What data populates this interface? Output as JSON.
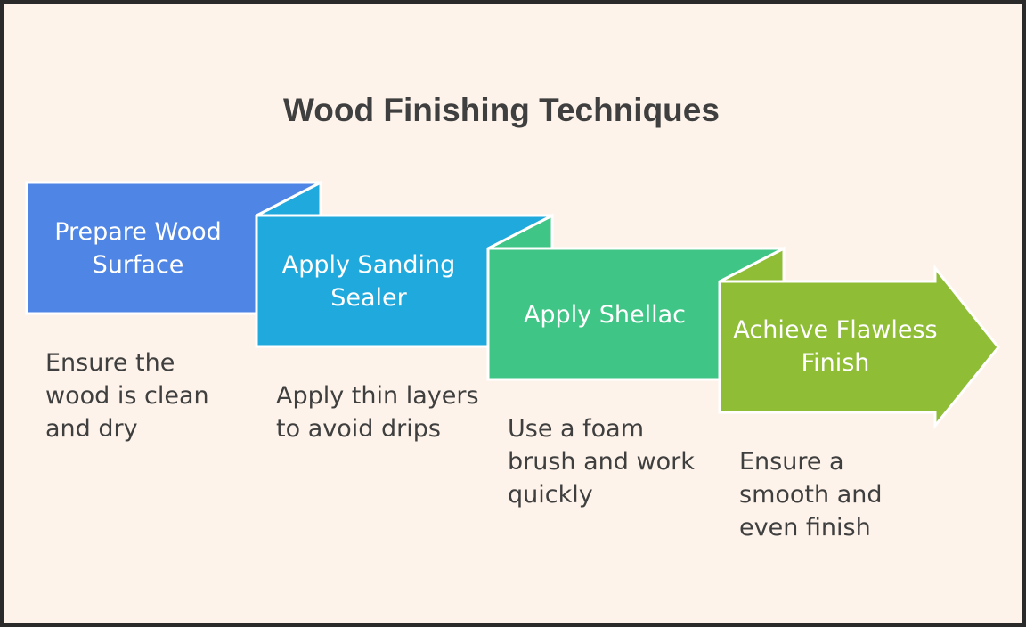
{
  "diagram": {
    "title": "Wood Finishing Techniques",
    "steps": [
      {
        "label": "Prepare Wood Surface",
        "description": "Ensure the wood is clean and dry",
        "color": "#4f86e5"
      },
      {
        "label": "Apply Sanding Sealer",
        "description": "Apply thin layers to avoid drips",
        "color": "#20a9dc"
      },
      {
        "label": "Apply Shellac",
        "description": "Use a foam brush and work quickly",
        "color": "#3fc585"
      },
      {
        "label": "Achieve Flawless Finish",
        "description": "Ensure a smooth and even finish",
        "color": "#8fbd36"
      }
    ]
  }
}
